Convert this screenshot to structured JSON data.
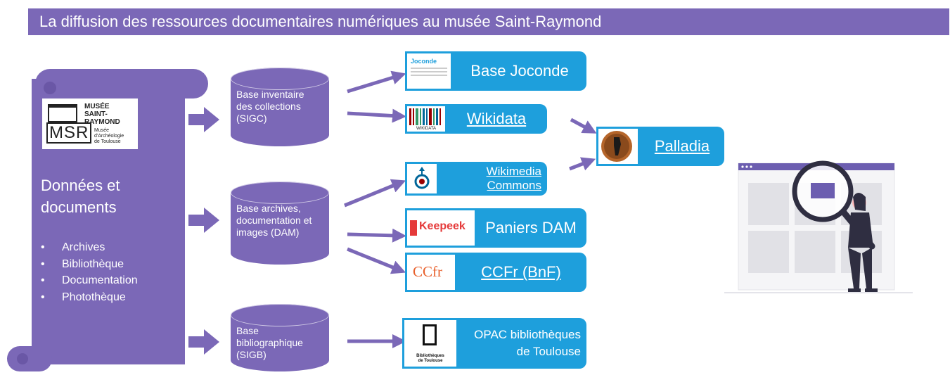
{
  "title": "La diffusion des ressources documentaires numériques au musée Saint-Raymond",
  "source": {
    "logo": {
      "name": "MUSÉE\nSAINT-\nRAYMOND",
      "letters": "MSR",
      "subtitle": "Musée\nd'Archéologie\nde Toulouse"
    },
    "heading": "Données et documents",
    "items": [
      "Archives",
      "Bibliothèque",
      "Documentation",
      "Photothèque"
    ]
  },
  "databases": [
    {
      "label": "Base inventaire\ndes collections\n(SIGC)"
    },
    {
      "label": "Base archives,\ndocumentation et\nimages (DAM)"
    },
    {
      "label": "Base\nbibliographique\n(SIGB)"
    }
  ],
  "targets": {
    "joconde": {
      "label": "Base Joconde",
      "logo": "Joconde"
    },
    "wikidata": {
      "label": "Wikidata",
      "logo": "WIKIDATA"
    },
    "commons": {
      "label": "Wikimedia\nCommons"
    },
    "keepeek": {
      "label": "Paniers DAM",
      "logo": "Keepeek"
    },
    "ccfr": {
      "label": "CCFr (BnF)",
      "logo": "CCfr"
    },
    "opac": {
      "label": "OPAC bibliothèques\nde Toulouse",
      "logo": "Bibliothèques\nde Toulouse"
    }
  },
  "palladia": {
    "label": "Palladia"
  },
  "colors": {
    "purple": "#7b68b7",
    "blue": "#1e9fdc",
    "arrow": "#7b68b7"
  }
}
